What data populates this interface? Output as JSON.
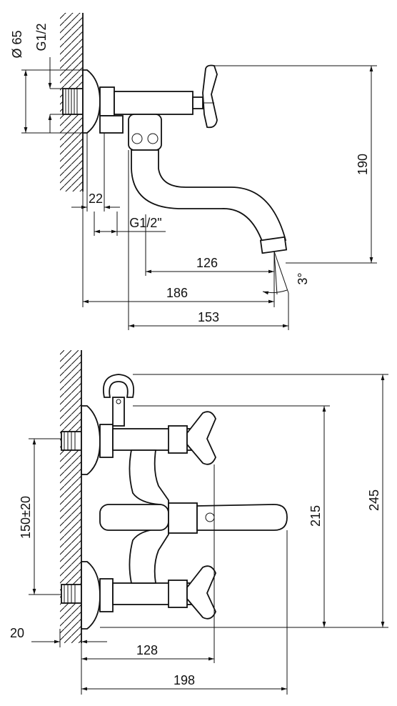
{
  "top_view": {
    "dimensions": {
      "d65": "Ø 65",
      "g12_wall": "G1/2",
      "h190": "190",
      "w22": "22",
      "g12_spout": "G1/2\"",
      "w126": "126",
      "angle3": "3°",
      "w186": "186",
      "w153": "153"
    }
  },
  "front_view": {
    "dimensions": {
      "c150": "150±20",
      "h215": "215",
      "h245": "245",
      "w20": "20",
      "w128": "128",
      "w198": "198"
    }
  }
}
